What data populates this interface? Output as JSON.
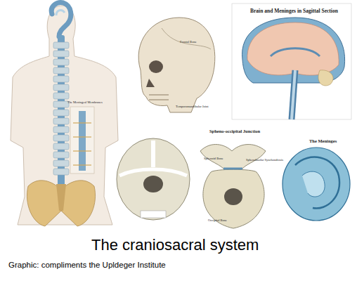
{
  "diagram": {
    "title": "The craniosacral system",
    "caption": "Graphic: compliments the Upldeger Institute",
    "labels": [
      "Brain and Meninges in Sagittal Section",
      "The Meningeal Membranes",
      "Frontal Bone",
      "Temporomandibular Joint",
      "Spheno-occipital Junction",
      "Sphenoid Bone",
      "Sphenobasilar Synchondrosis",
      "Occipital Bone",
      "The Meninges"
    ]
  }
}
